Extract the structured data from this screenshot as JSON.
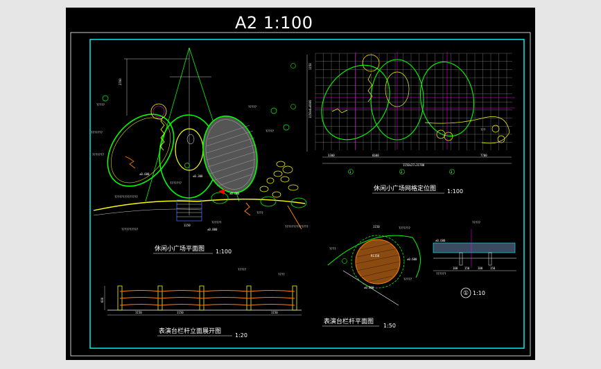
{
  "sheet": {
    "title": "A2 1:100",
    "colors": {
      "background": "#000000",
      "frame": "#00ffff",
      "outer_frame": "#ffffff",
      "green": "#00ff00",
      "yellow": "#ffff00",
      "magenta": "#ff00ff",
      "orange": "#ff8000",
      "gray": "#9a9a9a",
      "red": "#ff0000"
    }
  },
  "drawings": {
    "plaza_plan": {
      "title": "休闲小广场平面图",
      "scale": "1:100"
    },
    "grid_plan": {
      "title": "休闲小广场网格定位图",
      "scale": "1:100"
    },
    "railing_elevation": {
      "title": "表演台栏杆立面展开图",
      "scale": "1:20"
    },
    "railing_plan": {
      "title": "表演台栏杆平面图",
      "scale": "1:50"
    },
    "detail": {
      "title": "①",
      "scale": "1:10"
    }
  },
  "dimensions": {
    "grid_bottom": [
      "3300",
      "6600",
      "7700"
    ],
    "grid_total": "1150x27=31700",
    "grid_axes": [
      "1",
      "2",
      "3"
    ],
    "grid_left": [
      "1150",
      "1150x6=6900"
    ],
    "railing": [
      "1150",
      "1150",
      "1150",
      "600"
    ],
    "railing_height": "600",
    "railing_plan_labels": [
      "1150",
      "R1150",
      "±0.000",
      "±0.600"
    ],
    "plaza_labels": [
      "±0.000",
      "±0.600",
      "±0.300",
      "2700",
      "1150"
    ],
    "detail_labels": [
      "100",
      "150",
      "100",
      "150",
      "±0.600"
    ]
  }
}
